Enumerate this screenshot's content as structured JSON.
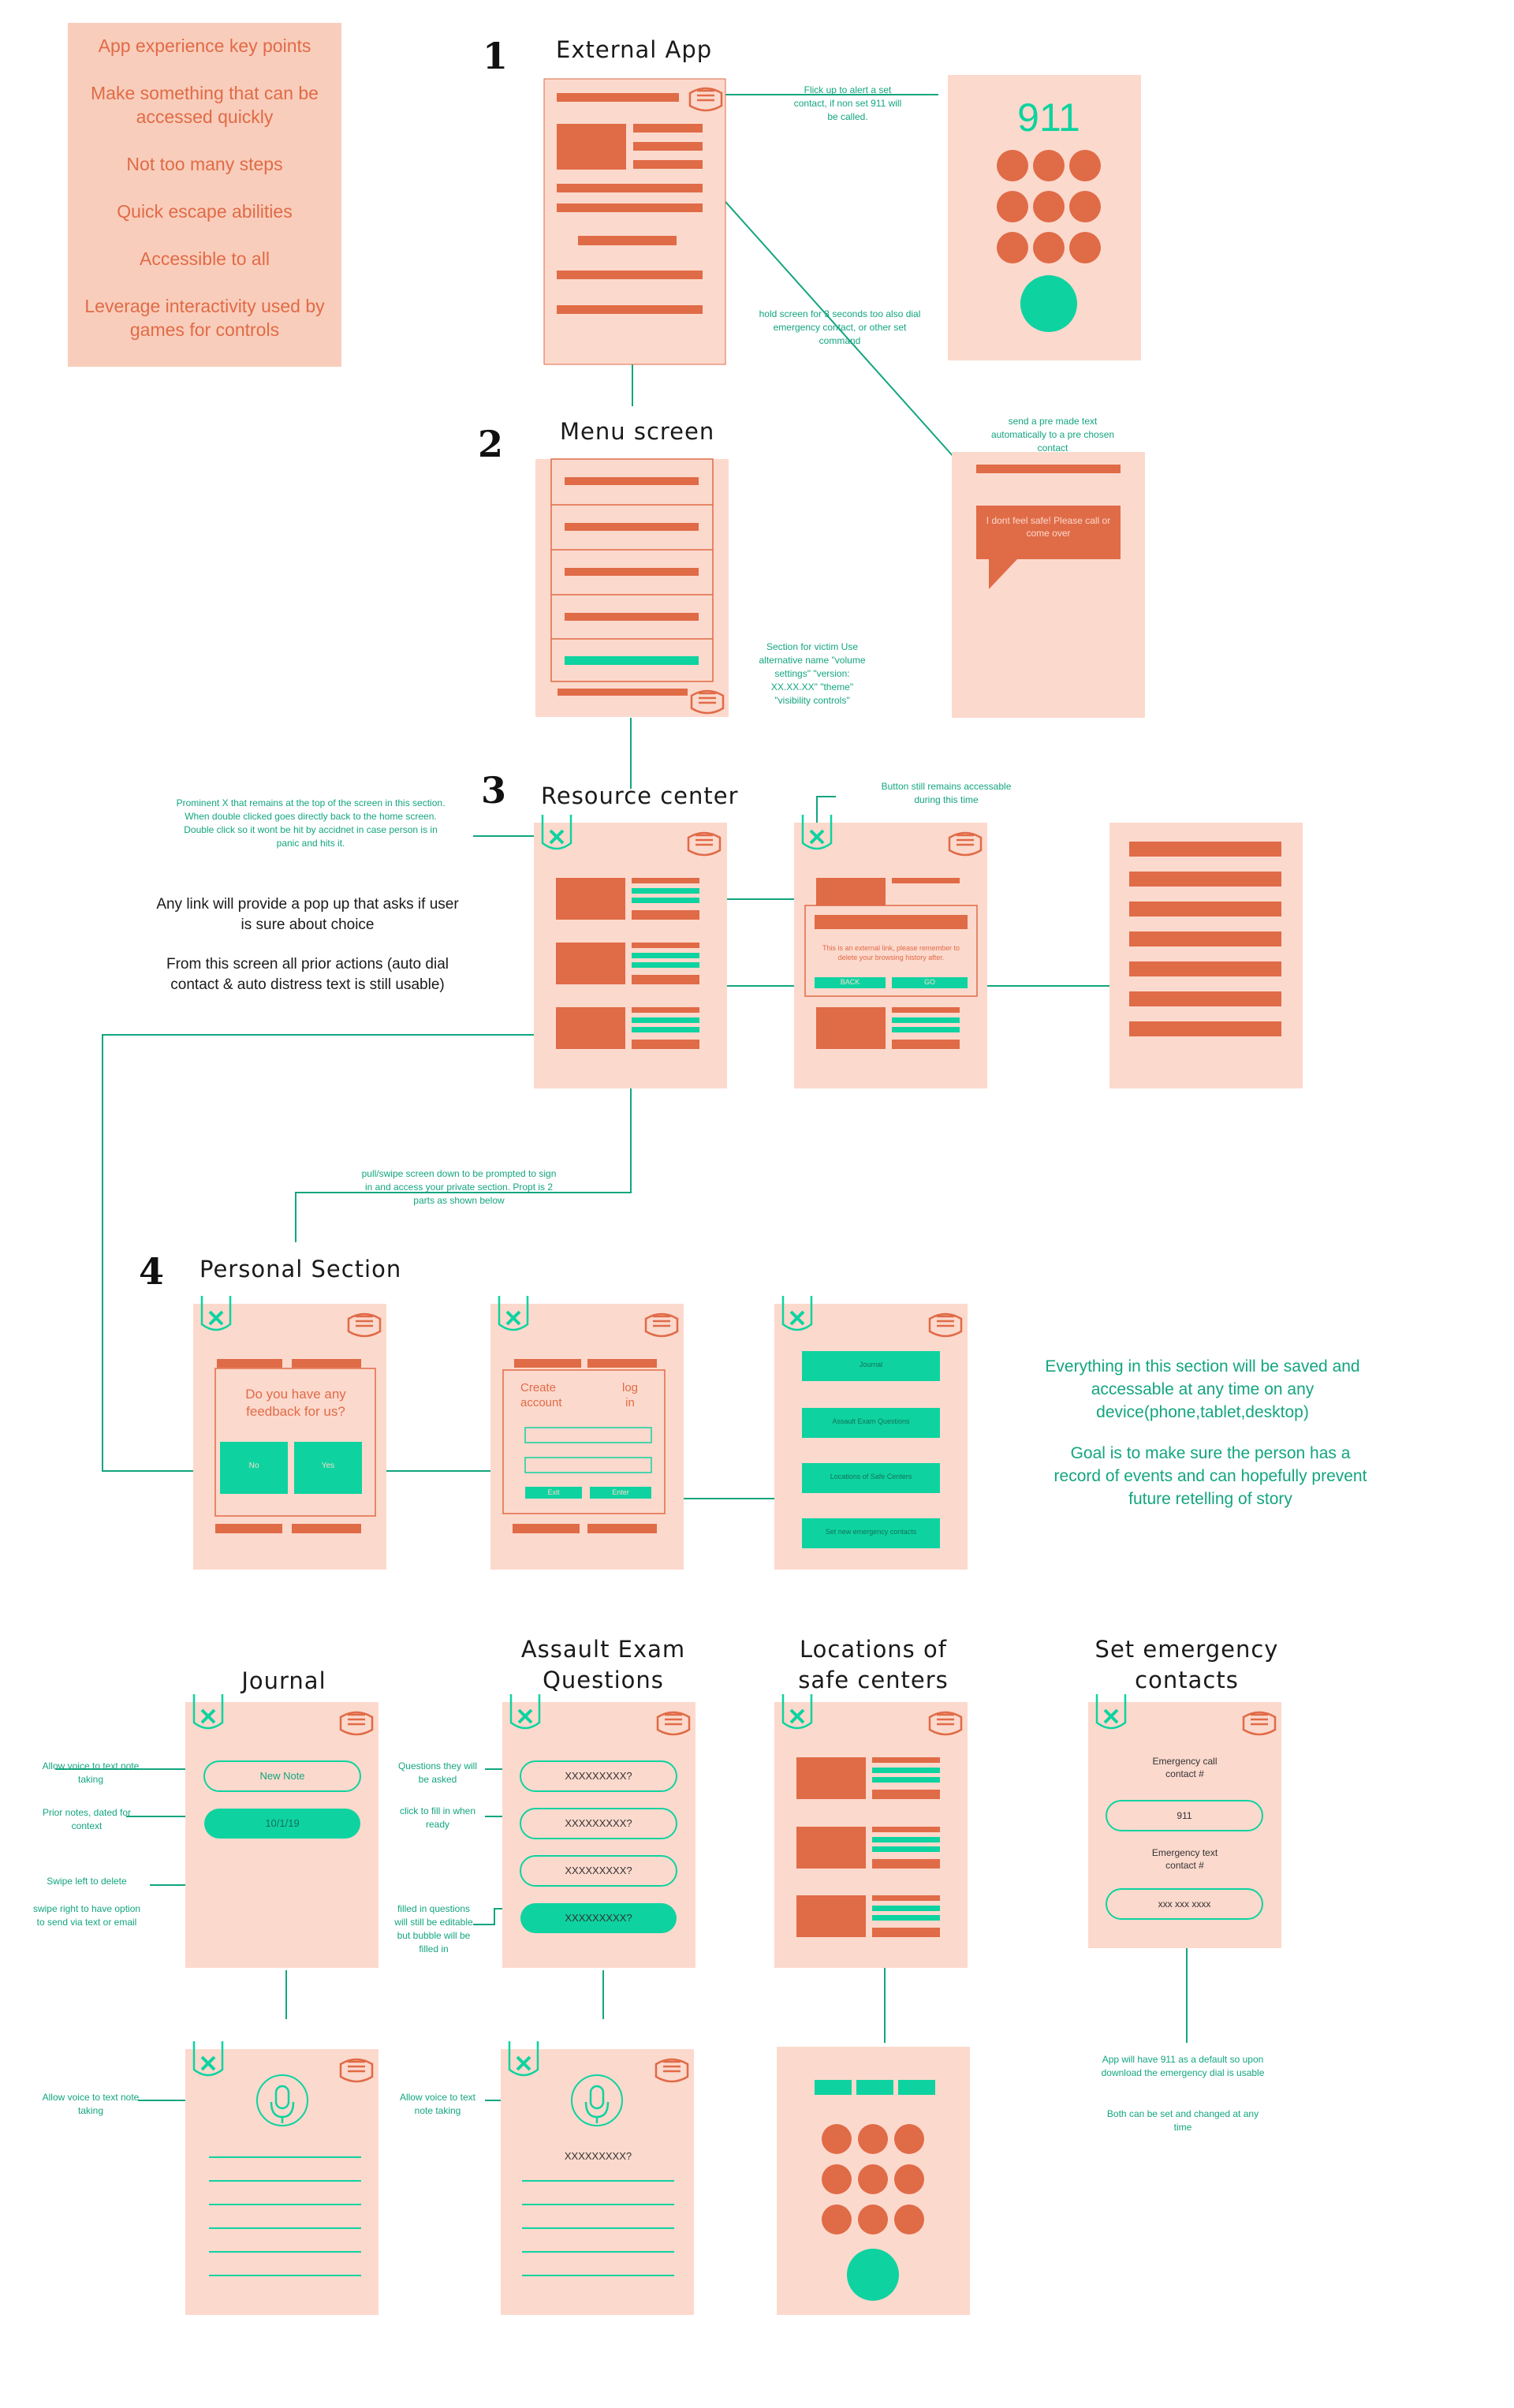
{
  "colors": {
    "screen": "#fcd9cd",
    "orange": "#e06b47",
    "teal": "#0ed3a0",
    "line": "#13a57f",
    "text_teal": "#13a57f"
  },
  "key_points": {
    "items": [
      "App experience key points",
      "Make something that can be accessed quickly",
      "Not too many steps",
      "Quick escape abilities",
      "Accessible to all",
      "Leverage  interactivity used by games for controls"
    ]
  },
  "sections": {
    "s1": {
      "number": "1",
      "title": "External App"
    },
    "s2": {
      "number": "2",
      "title": "Menu screen"
    },
    "s3": {
      "number": "3",
      "title": "Resource center"
    },
    "s4": {
      "number": "4",
      "title": "Personal Section"
    },
    "journal": {
      "title": "Journal"
    },
    "exam": {
      "title": "Assault Exam Questions"
    },
    "locations": {
      "title": "Locations of safe centers"
    },
    "emergency": {
      "title": "Set emergency contacts"
    }
  },
  "annotations": {
    "flick": "Flick up to alert a set contact, if non set 911 will be called.",
    "hold": "hold screen for 3 seconds too also dial emergency contact, or other set command",
    "premade": "send a pre made text automatically to a pre chosen contact",
    "victim": "Section for victim Use alternative name \"volume settings\" \"version: XX.XX.XX\" \"theme\" \"visibility controls\"",
    "prominent_x": "Prominent X that remains at the top of the screen in this section. When double clicked goes directly back to the home screen. Double click so it wont be hit by accidnet  in case person is in panic and hits it.",
    "button_remains": "Button still remains accessable during this time",
    "any_link": "Any link will provide a pop up that asks if user is sure about choice",
    "from_screen": "From this screen all prior actions (auto dial contact & auto distress text is still usable)",
    "pull_swipe": "pull/swipe screen down to be prompted to sign in and access your private section. Propt is 2 parts as shown below",
    "everything": "Everything in this section will be saved and accessable at any time on any device(phone,tablet,desktop)",
    "goal": "Goal is to make sure the person has a record of events and can hopefully prevent future retelling of story",
    "voice_journal": "Allow voice to text note taking",
    "prior_notes": "Prior notes, dated for context",
    "swipe_left": "Swipe left to delete",
    "swipe_right": "swipe right to have option to send via text or email",
    "questions_asked": "Questions they will be asked",
    "click_fill": "click to fill in when ready",
    "filled_in": "filled in questions will still be editable but bubble will be filled in",
    "voice_journal2": "Allow voice to text note taking",
    "voice_exam": "Allow voice to text note taking",
    "app_911": "App will have 911 as a default so upon download the emergency dial is usable",
    "both_set": "Both can be set and changed at any time"
  },
  "screens": {
    "dial_number": "911",
    "distress_text": "I dont feel safe! Please call or come over",
    "popup_text": "This is an external link, please remember to delete your browsing history after.",
    "popup_back": "BACK",
    "popup_go": "GO",
    "feedback_q": "Do you have any feedback for us?",
    "feedback_no": "No",
    "feedback_yes": "Yes",
    "create_account": "Create account",
    "log_in": "log in",
    "exit": "Exit",
    "enter": "Enter",
    "menu_journal": "Journal",
    "menu_exam": "Assault Exam Questions",
    "menu_locations": "Locations of Safe Centers",
    "menu_contacts": "Set new emergency contacts",
    "new_note": "New Note",
    "note_date": "10/1/19",
    "q1": "XXXXXXXXX?",
    "q2": "XXXXXXXXX?",
    "q3": "XXXXXXXXX?",
    "q4": "XXXXXXXXX?",
    "q_voice": "XXXXXXXXX?",
    "ec_call_label": "Emergency call contact #",
    "ec_call_value": "911",
    "ec_text_label": "Emergency text contact #",
    "ec_text_value": "xxx xxx xxxx"
  }
}
